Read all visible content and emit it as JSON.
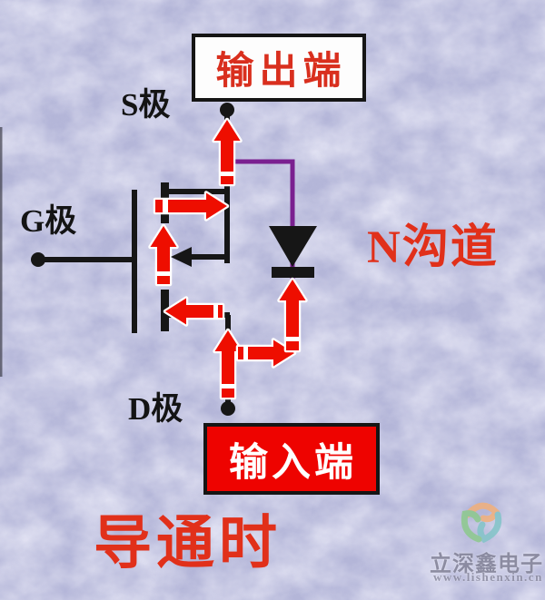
{
  "labels": {
    "output_terminal": "输出端",
    "input_terminal": "输入端",
    "source": "S极",
    "gate": "G极",
    "drain": "D极",
    "channel_type": "N沟道",
    "state": "导通时"
  },
  "watermark": {
    "company": "立深鑫电子",
    "website": "www.lishenxin.cn"
  },
  "icons": {
    "mosfet": "n-channel-mosfet-symbol",
    "body_diode": "diode-pointing-down",
    "current_arrows": "red-current-flow-arrows",
    "terminal_dots": "connection-dots",
    "logo": "trefoil-shield-logo"
  },
  "colors": {
    "background": "#b3b5d8",
    "wire": "#161616",
    "purple": "#7a2090",
    "arrow_red": "#ee0e00",
    "accent_red": "#e1301a",
    "output_text_red": "#d92f1e",
    "input_red": "#ee0300",
    "watermark_gray": "#85859a",
    "logo_orange": "#f2b07a",
    "logo_green": "#8cc98c",
    "logo_teal": "#82c4c8"
  }
}
